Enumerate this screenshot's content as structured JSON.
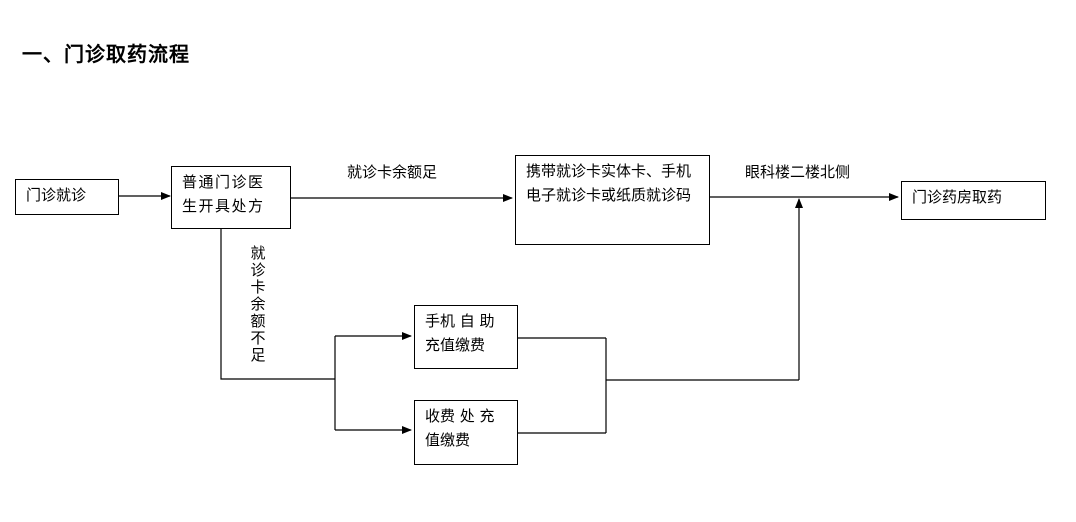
{
  "title": "一、门诊取药流程",
  "nodes": {
    "start": "门诊就诊",
    "prescription": "普通门诊医生开具处方",
    "bring_card": "携带就诊卡实体卡、手机电子就诊卡或纸质就诊码",
    "mobile_pay": "手机 自 助充值缴费",
    "counter_pay": "收费 处 充值缴费",
    "pharmacy": "门诊药房取药"
  },
  "edges": {
    "sufficient": "就诊卡余额足",
    "insufficient": "就诊卡余额不足",
    "location": "眼科楼二楼北侧"
  }
}
